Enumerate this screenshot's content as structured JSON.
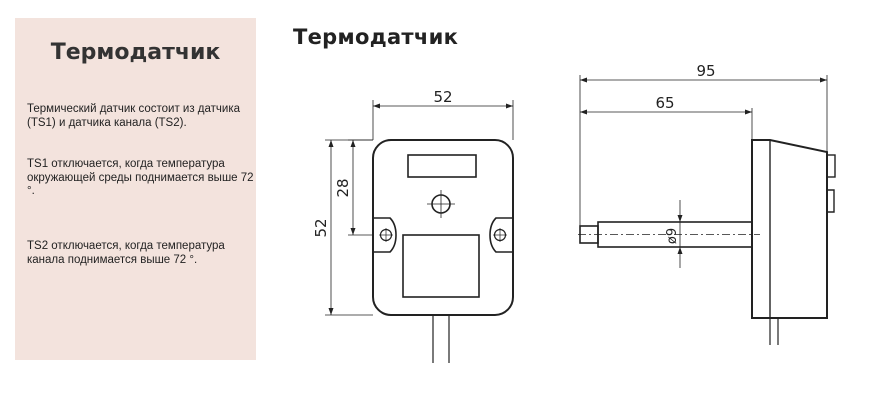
{
  "side_panel": {
    "title": "Термодатчик",
    "paragraphs": [
      "Термический датчик состоит из датчика (TS1) и датчика канала (TS2).",
      "TS1 отключается, когда температура окружающей среды поднимается выше 72 °.",
      "TS2 отключается, когда температура канала поднимается выше 72 °."
    ]
  },
  "drawing": {
    "title": "Термодатчик",
    "front_view": {
      "width_label": "52",
      "height_label": "52",
      "window_height_label": "28"
    },
    "side_view": {
      "total_length_label": "95",
      "probe_length_label": "65",
      "diameter_label": "ø9"
    }
  }
}
